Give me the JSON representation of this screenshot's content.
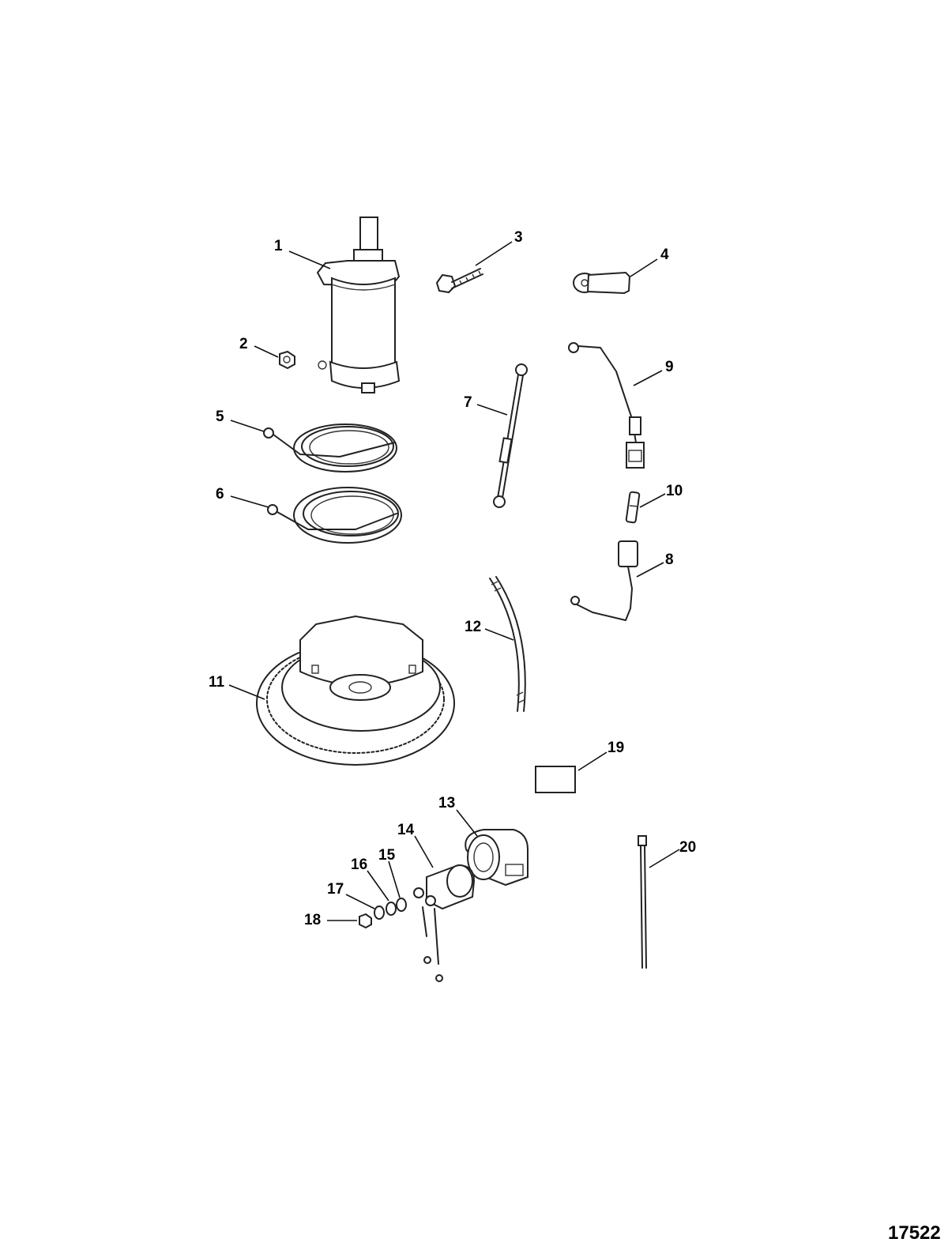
{
  "figure_number": "17522",
  "callouts": {
    "c1": "1",
    "c2": "2",
    "c3": "3",
    "c4": "4",
    "c5": "5",
    "c6": "6",
    "c7": "7",
    "c8": "8",
    "c9": "9",
    "c10": "10",
    "c11": "11",
    "c12": "12",
    "c13": "13",
    "c14": "14",
    "c15": "15",
    "c16": "16",
    "c17": "17",
    "c18": "18",
    "c19": "19",
    "c20": "20"
  },
  "colors": {
    "line": "#222222",
    "background": "#ffffff"
  }
}
